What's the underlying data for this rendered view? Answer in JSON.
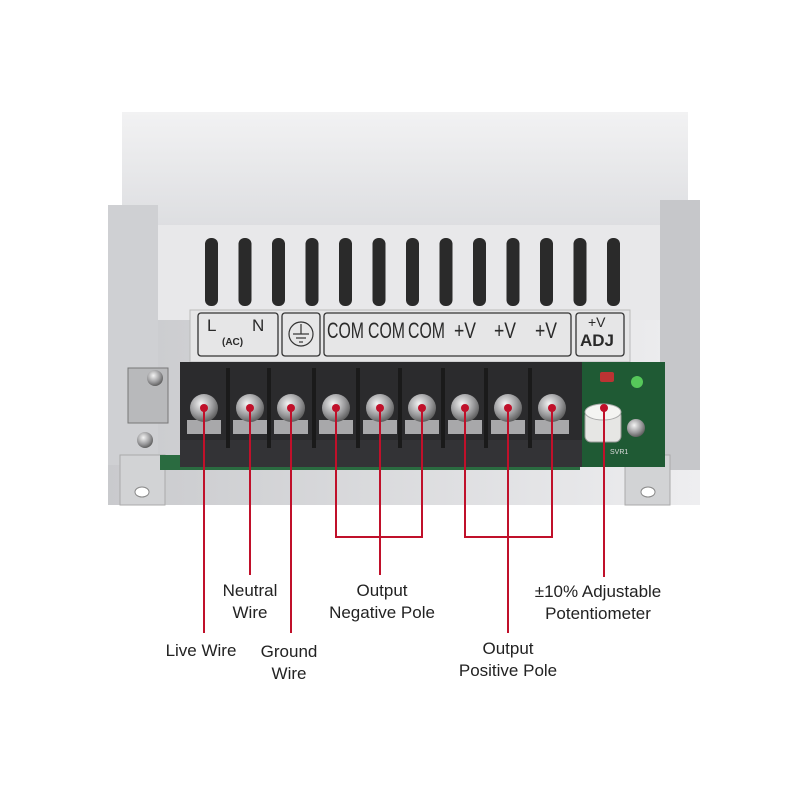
{
  "terminal_labels": {
    "ac_l": "L",
    "ac_n": "N",
    "ac_sub": "(AC)",
    "com": [
      "COM",
      "COM",
      "COM"
    ],
    "vplus": [
      "+V",
      "+V",
      "+V"
    ],
    "adj_top": "+V",
    "adj_bottom": "ADJ",
    "pcb_mark": "SVR1"
  },
  "callouts": {
    "live": "Live Wire",
    "neutral": [
      "Neutral",
      "Wire"
    ],
    "ground": [
      "Ground",
      "Wire"
    ],
    "negative": [
      "Output",
      "Negative Pole"
    ],
    "positive": [
      "Output",
      "Positive Pole"
    ],
    "pot": [
      "±10% Adjustable",
      "Potentiometer"
    ]
  },
  "colors": {
    "callout_line": "#c0102a",
    "terminal_block": "#2b2b2d",
    "pcb": "#1f5a34",
    "chassis": "#d9dadc"
  }
}
